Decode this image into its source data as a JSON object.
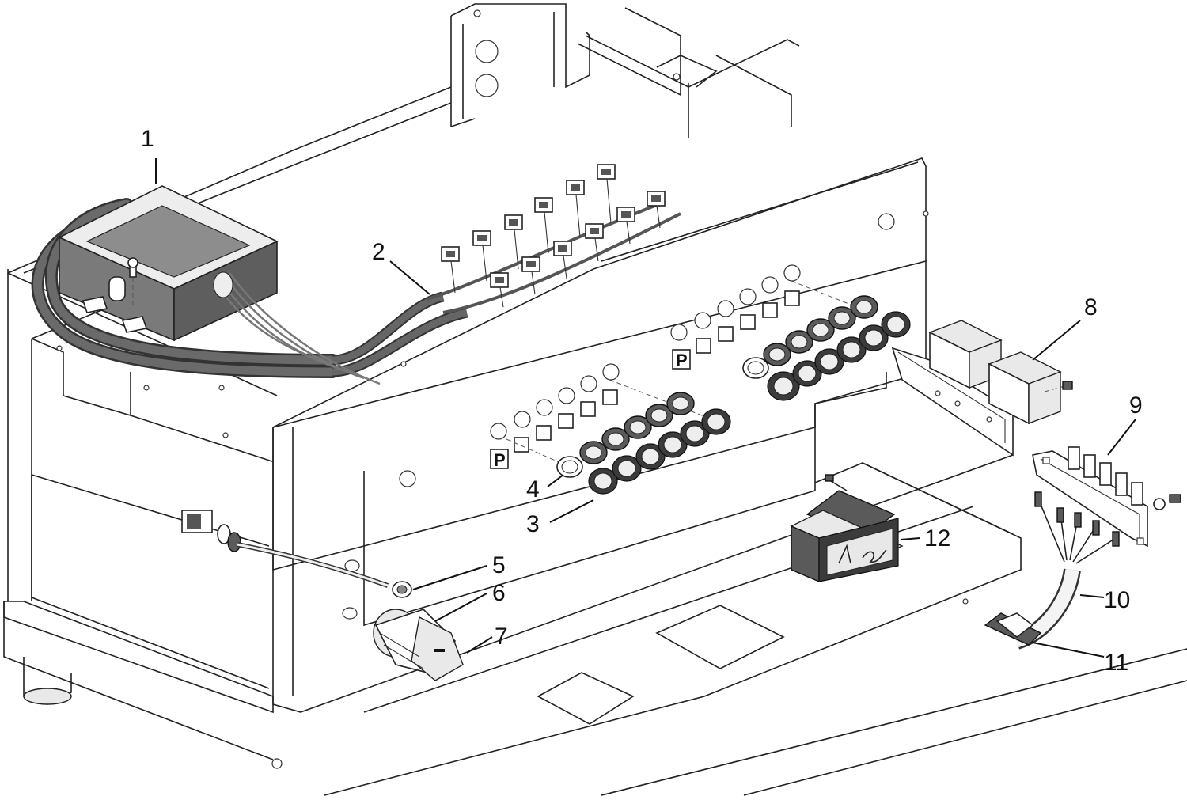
{
  "callouts": [
    {
      "id": "1",
      "label": "1"
    },
    {
      "id": "2",
      "label": "2"
    },
    {
      "id": "3",
      "label": "3"
    },
    {
      "id": "4",
      "label": "4"
    },
    {
      "id": "5",
      "label": "5"
    },
    {
      "id": "6",
      "label": "6"
    },
    {
      "id": "7",
      "label": "7"
    },
    {
      "id": "8",
      "label": "8"
    },
    {
      "id": "9",
      "label": "9"
    },
    {
      "id": "10",
      "label": "10"
    },
    {
      "id": "11",
      "label": "11"
    },
    {
      "id": "12",
      "label": "12"
    }
  ],
  "panel_labels": {
    "left_p": "P",
    "right_p": "P"
  },
  "colors": {
    "line": "#222222",
    "part_dark": "#5a5a5a",
    "background": "#ffffff"
  }
}
